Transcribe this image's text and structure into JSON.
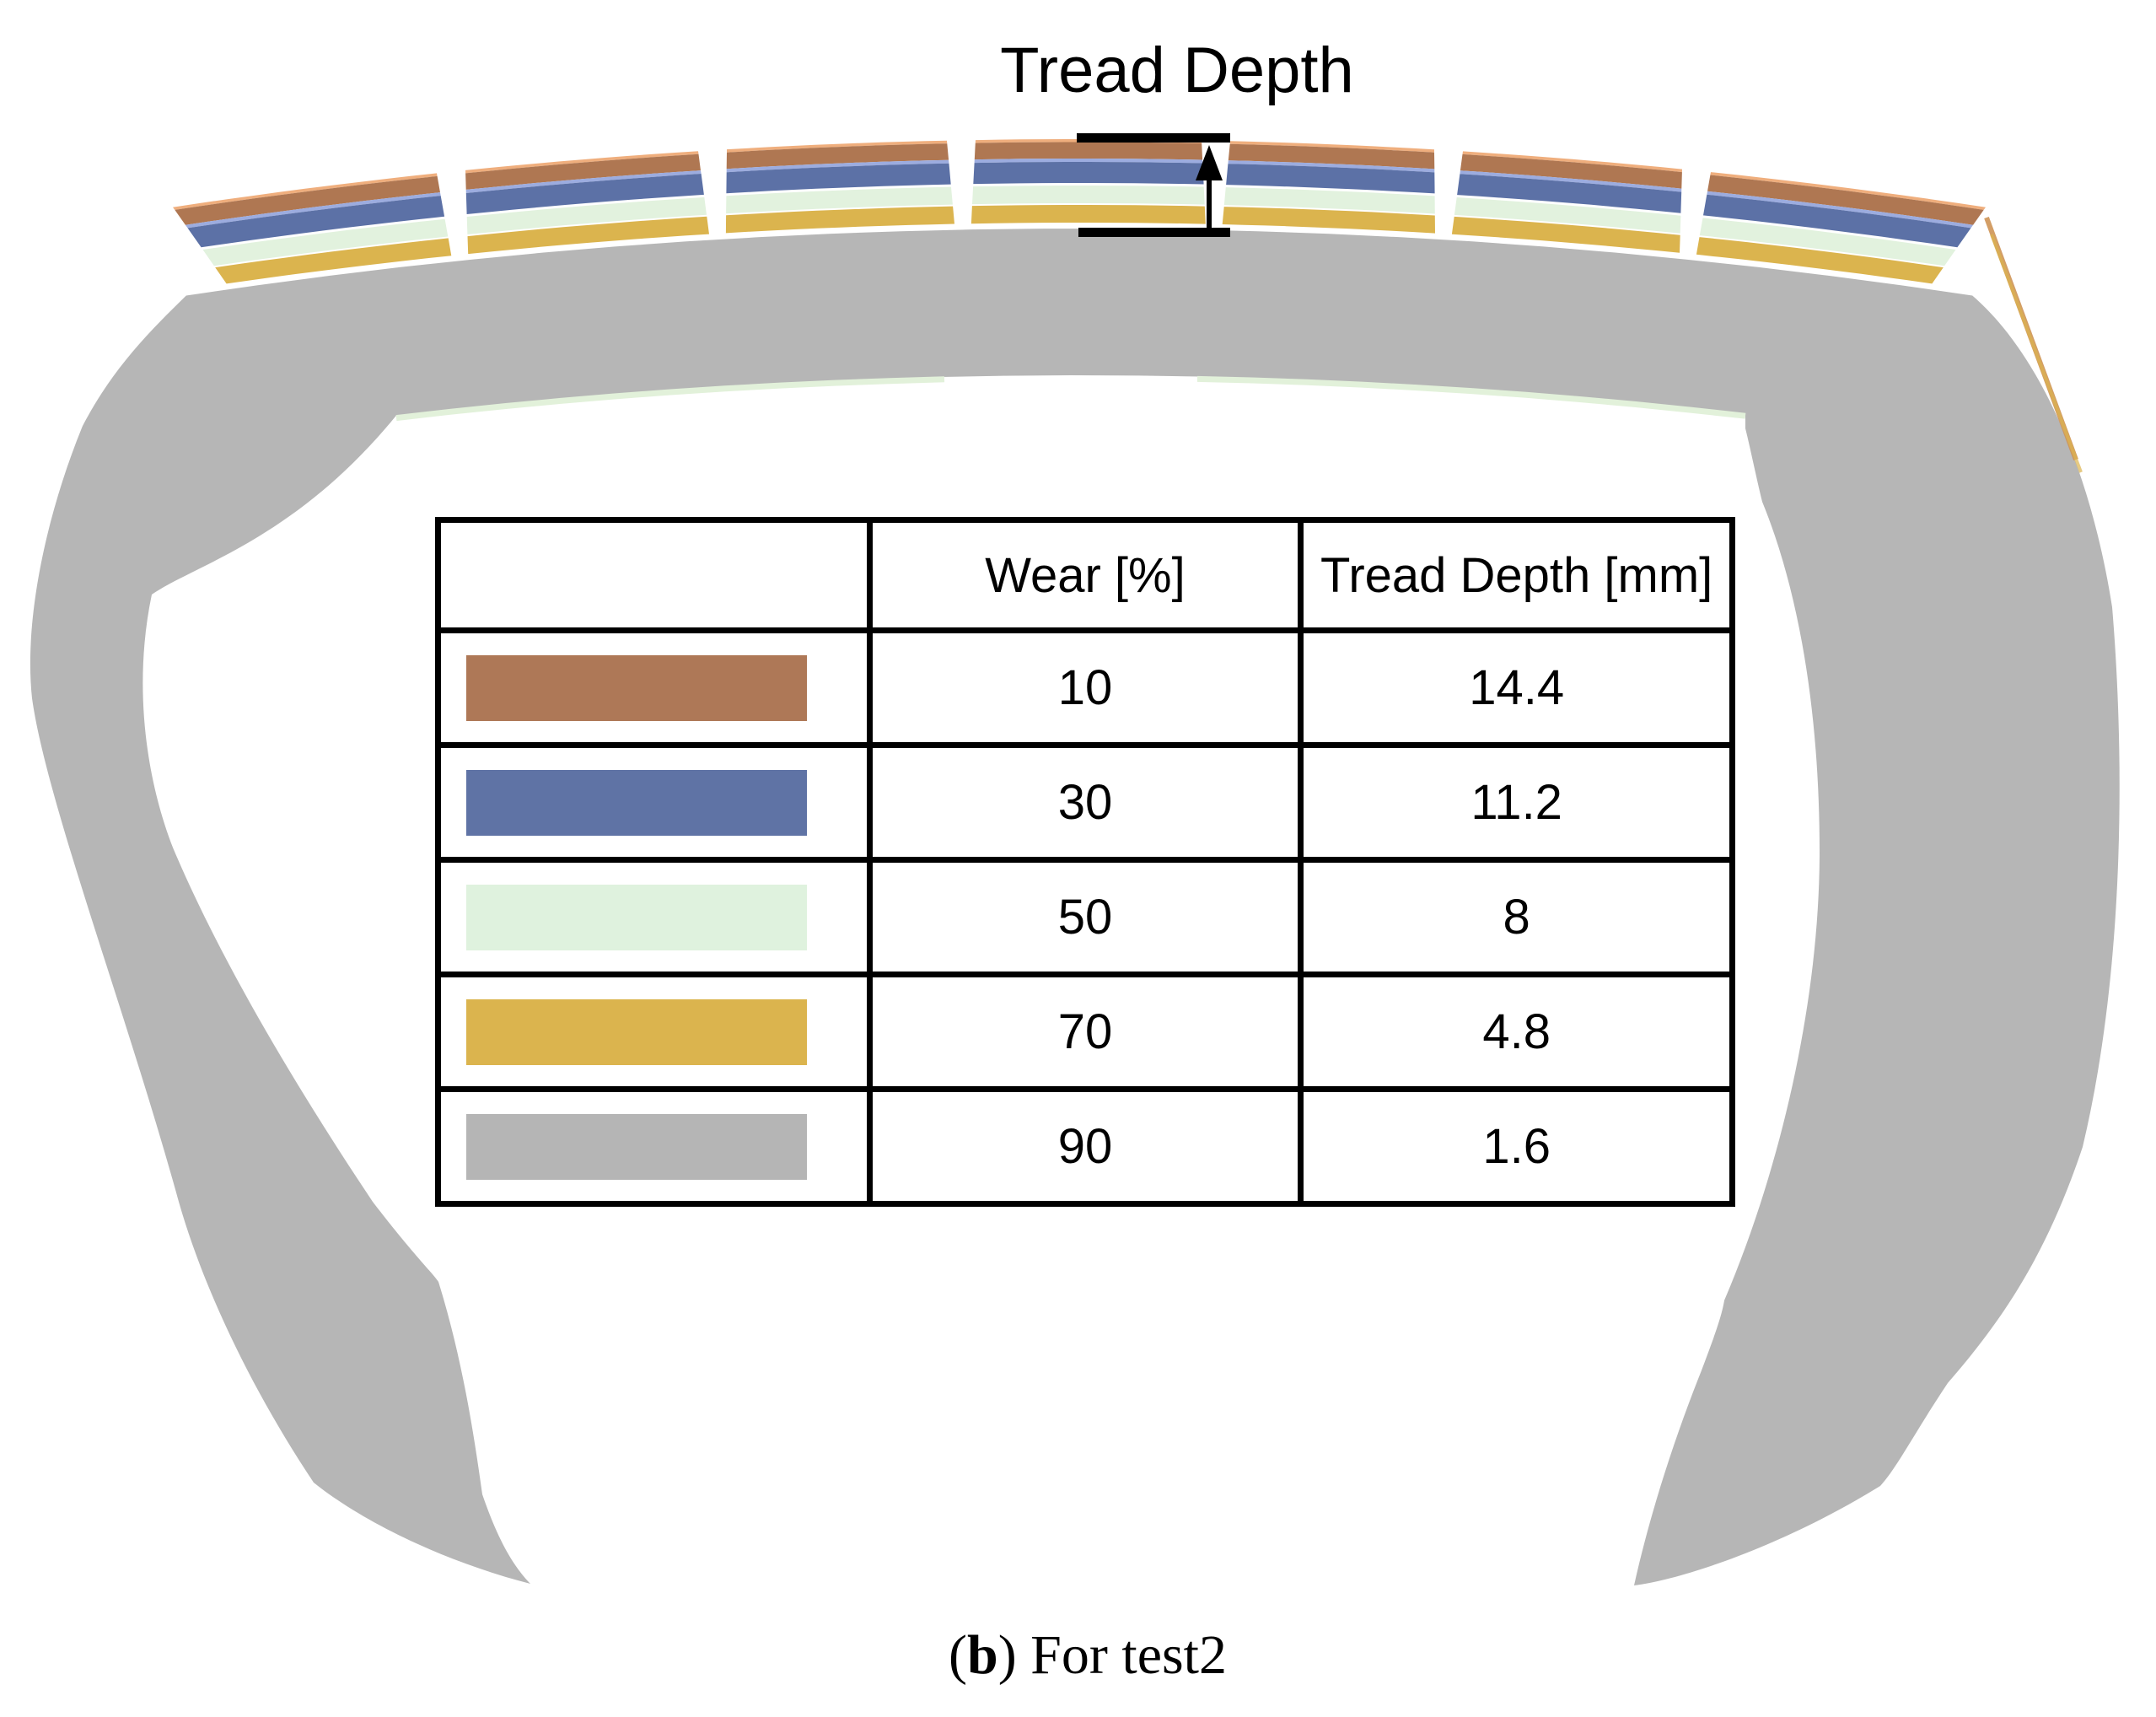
{
  "title": "Tread Depth",
  "caption": {
    "prefix": "(",
    "bold": "b",
    "suffix": ") For test2"
  },
  "table": {
    "headers": [
      "",
      "Wear [%]",
      "Tread Depth [mm]"
    ],
    "rows": [
      {
        "legend": "wear-10-layer",
        "color": "#AE7857",
        "wear": "10",
        "depth": "14.4"
      },
      {
        "legend": "wear-30-layer",
        "color": "#5F73A5",
        "wear": "30",
        "depth": "11.2"
      },
      {
        "legend": "wear-50-layer",
        "color": "#DFF2DE",
        "wear": "50",
        "depth": "8"
      },
      {
        "legend": "wear-70-layer",
        "color": "#DBB44E",
        "wear": "70",
        "depth": "4.8"
      },
      {
        "legend": "wear-90-layer",
        "color": "#B5B5B5",
        "wear": "90",
        "depth": "1.6"
      }
    ]
  },
  "chart_data": {
    "type": "table",
    "title": "Tread Depth",
    "columns": [
      "Wear [%]",
      "Tread Depth [mm]"
    ],
    "wear_percent": [
      10,
      30,
      50,
      70,
      90
    ],
    "tread_depth_mm": [
      14.4,
      11.2,
      8,
      4.8,
      1.6
    ],
    "legend_colors": [
      "#AE7857",
      "#5F73A5",
      "#DFF2DE",
      "#DBB44E",
      "#B5B5B5"
    ],
    "caption": "(b) For test2"
  },
  "tire": {
    "body_gray": "#B6B6B6",
    "brown": "#AF7752",
    "brown_hl": "#EFAE7D",
    "blue": "#5C71A6",
    "blue_hl": "#9CACDF",
    "mint": "#E2F2DE",
    "yellow": "#DBB44E",
    "cavity_tint": "#E2F1DA",
    "shoulder_stripe": "#CE9455",
    "marker_color": "#000000"
  }
}
